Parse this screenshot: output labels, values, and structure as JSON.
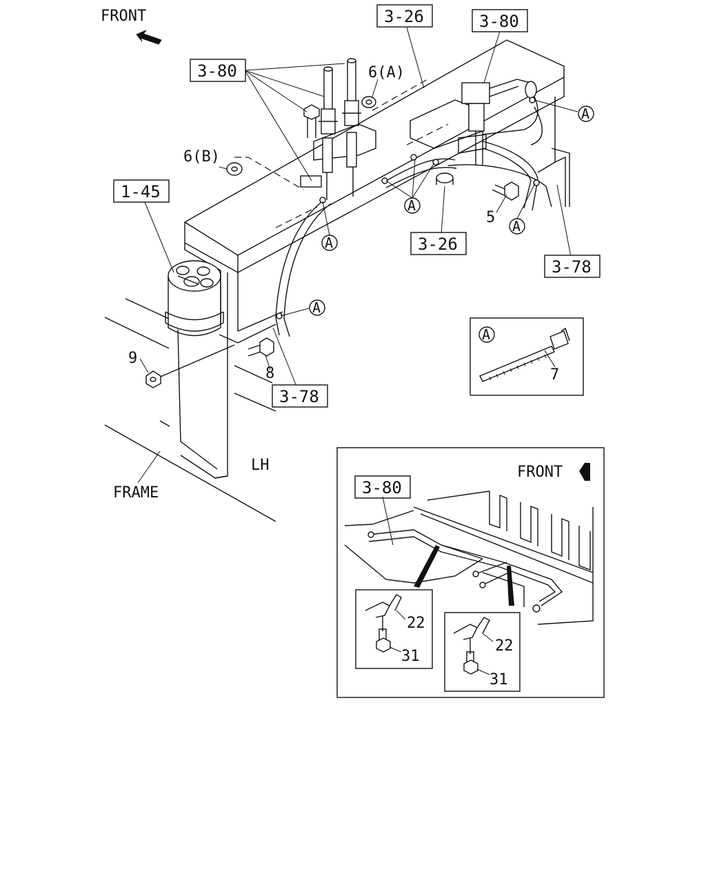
{
  "labels": {
    "front_top": "FRONT",
    "front_inset": "FRONT",
    "frame": "FRAME",
    "lh": "LH"
  },
  "ref_boxes": {
    "r_3_26_top": "3-26",
    "r_3_80_right": "3-80",
    "r_3_80_left": "3-80",
    "r_1_45": "1-45",
    "r_3_26_mid": "3-26",
    "r_3_78_right": "3-78",
    "r_3_78_bottom": "3-78",
    "r_3_80_inset": "3-80"
  },
  "part_numbers": {
    "p6a": "6(A)",
    "p6b": "6(B)",
    "p5": "5",
    "p9": "9",
    "p8": "8",
    "p7": "7",
    "p22a": "22",
    "p31a": "31",
    "p22b": "22",
    "p31b": "31"
  },
  "callout": "A"
}
